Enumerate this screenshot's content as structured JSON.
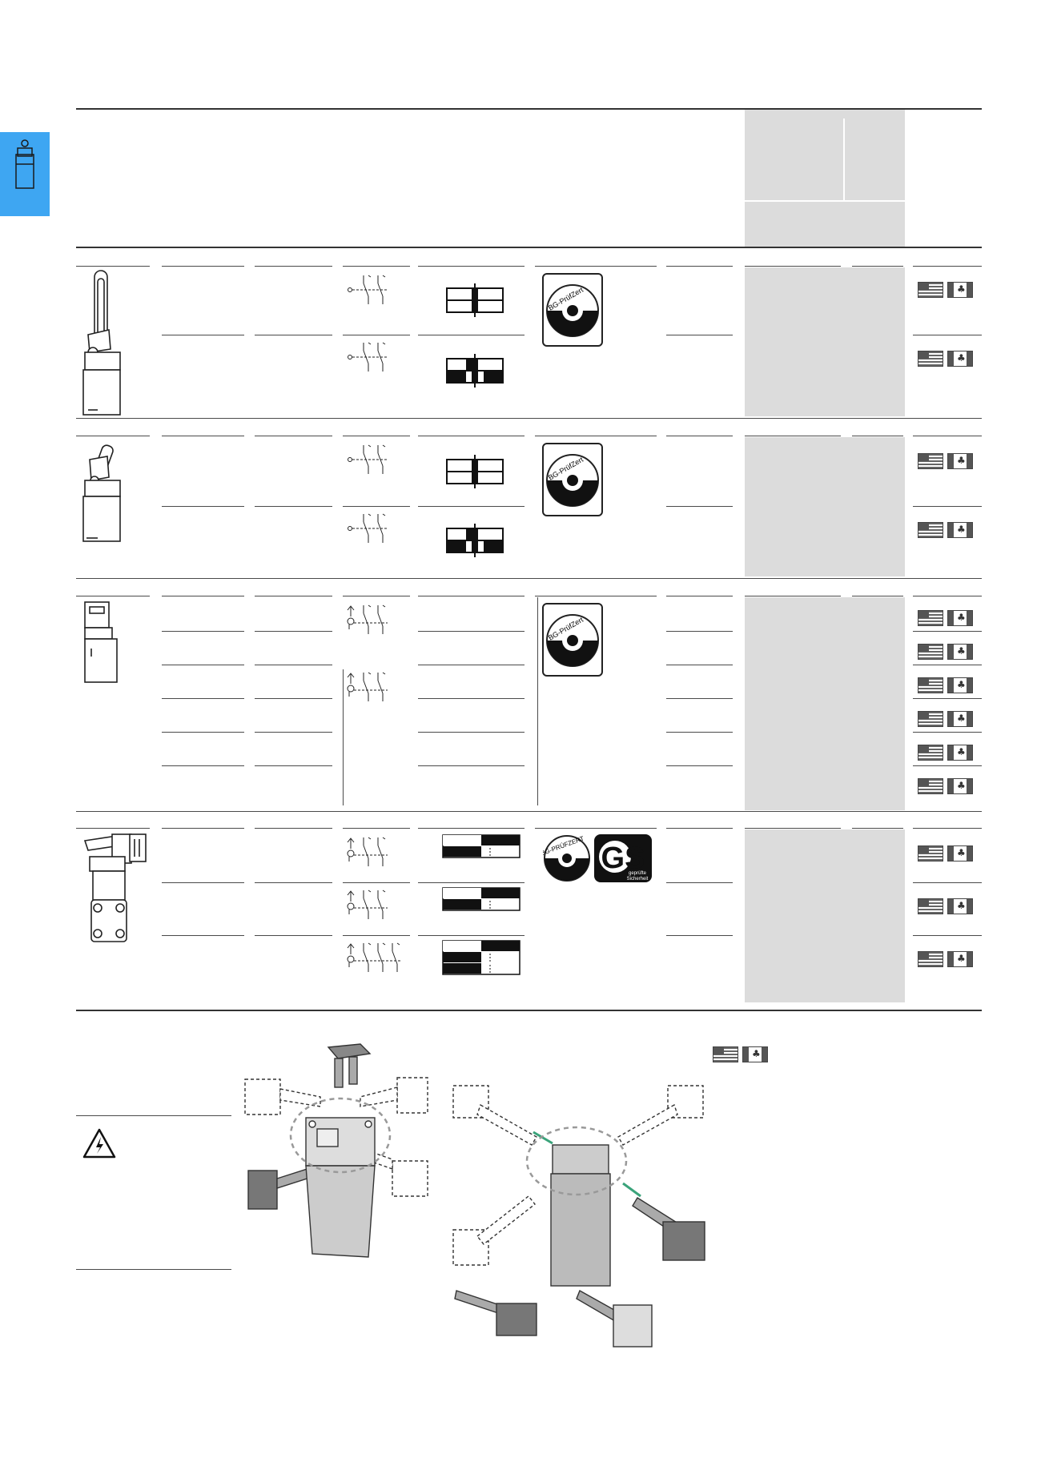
{
  "page": {
    "side_tab": {
      "icon": "limit-switch-icon",
      "color": "#3ea6f2"
    },
    "accent_gray": "#dcdcdc"
  },
  "certifications": {
    "bg_pruefzert": "BG-PrüfZert",
    "bg_pruefzert_caps": "BG-PRÜFZERT",
    "gs_letters": "GS",
    "gs_subtitle_1": "geprüfte",
    "gs_subtitle_2": "Sicherheit"
  },
  "groups": [
    {
      "name": "rod-lever-switch",
      "rows": 2,
      "icon": "rod-lever-switch-icon"
    },
    {
      "name": "roller-lever-switch",
      "rows": 2,
      "icon": "roller-lever-switch-icon"
    },
    {
      "name": "safety-key-switch",
      "rows": 6,
      "icon": "safety-key-switch-icon"
    },
    {
      "name": "hinged-key-switch",
      "rows": 3,
      "icon": "hinged-key-switch-icon"
    }
  ],
  "icons": {
    "warning": "high-voltage-warning-icon",
    "flag_us": "us-flag-icon",
    "flag_ca": "canada-flag-icon"
  }
}
